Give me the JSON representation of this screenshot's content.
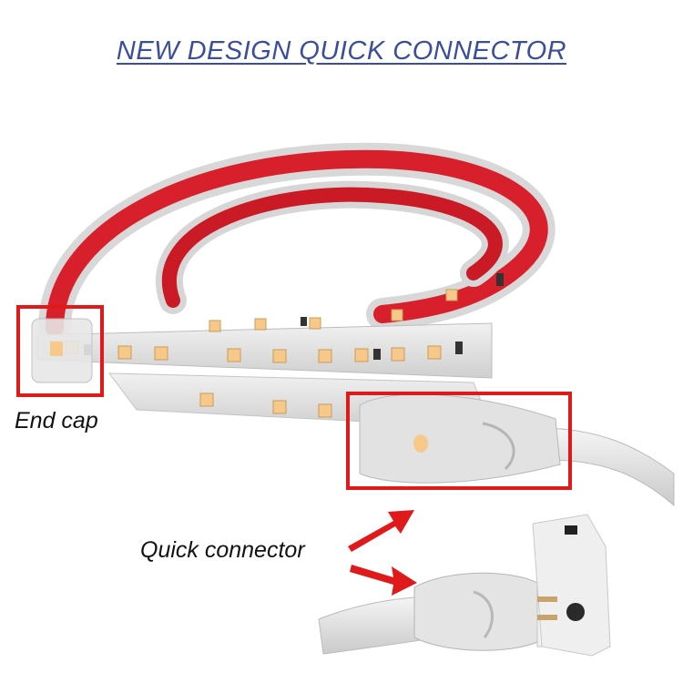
{
  "title": "NEW DESIGN QUICK CONNECTOR",
  "labels": {
    "end_cap": "End cap",
    "quick_connector": "Quick connector"
  },
  "colors": {
    "title": "#3a4e9c",
    "highlight": "#e0191b",
    "strip_backing": "#d8202c",
    "led": "#f6c98a"
  }
}
